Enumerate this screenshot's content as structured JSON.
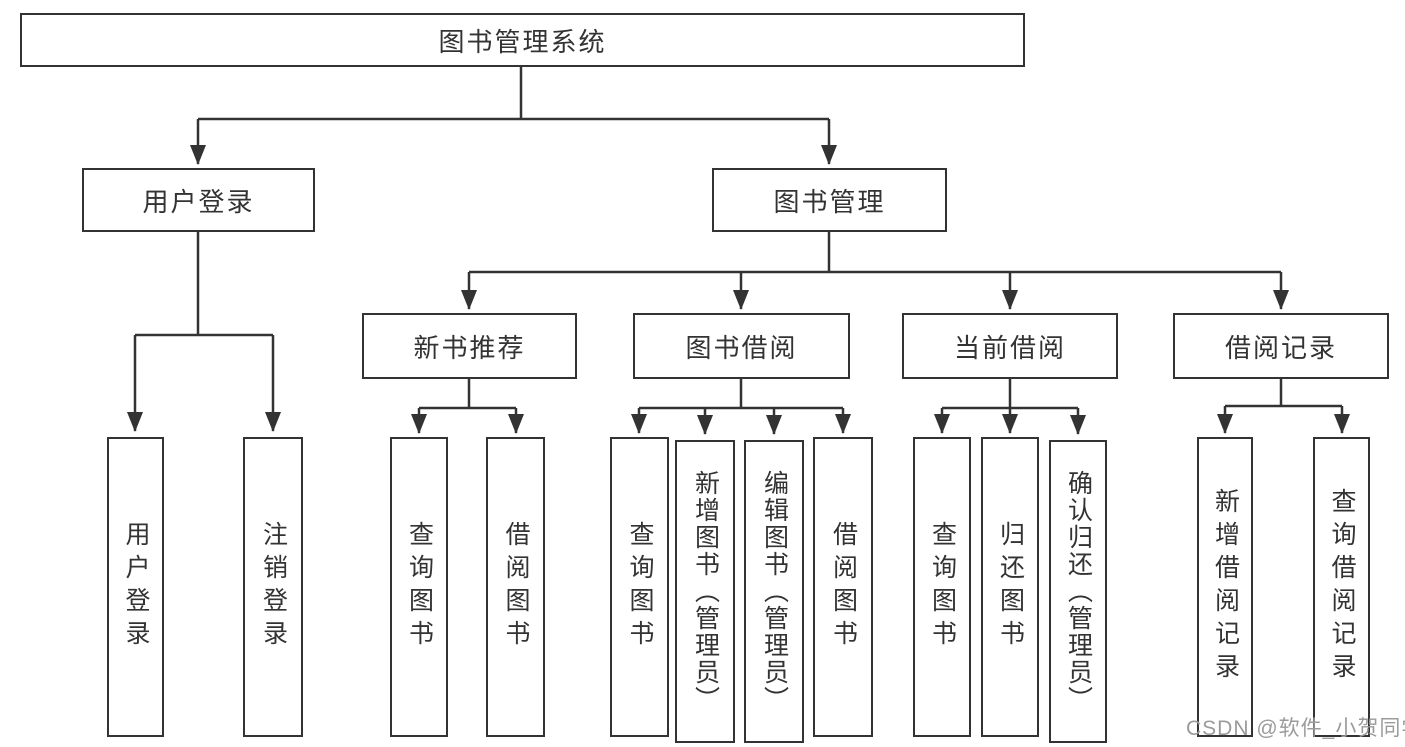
{
  "diagram": {
    "watermark": "CSDN @软件_小贺同学",
    "colors": {
      "line": "#333333",
      "text": "#333333",
      "background": "#ffffff",
      "watermark": "#9b9b9b"
    },
    "tree": {
      "label": "图书管理系统",
      "children": [
        {
          "label": "用户登录",
          "children": [
            {
              "label": "用户登录"
            },
            {
              "label": "注销登录"
            }
          ]
        },
        {
          "label": "图书管理",
          "children": [
            {
              "label": "新书推荐",
              "children": [
                {
                  "label": "查询图书"
                },
                {
                  "label": "借阅图书"
                }
              ]
            },
            {
              "label": "图书借阅",
              "children": [
                {
                  "label": "查询图书"
                },
                {
                  "label": "新增图书（管理员）"
                },
                {
                  "label": "编辑图书（管理员）"
                },
                {
                  "label": "借阅图书"
                }
              ]
            },
            {
              "label": "当前借阅",
              "children": [
                {
                  "label": "查询图书"
                },
                {
                  "label": "归还图书"
                },
                {
                  "label": "确认归还（管理员）"
                }
              ]
            },
            {
              "label": "借阅记录",
              "children": [
                {
                  "label": "新增借阅记录"
                },
                {
                  "label": "查询借阅记录"
                }
              ]
            }
          ]
        }
      ]
    }
  }
}
